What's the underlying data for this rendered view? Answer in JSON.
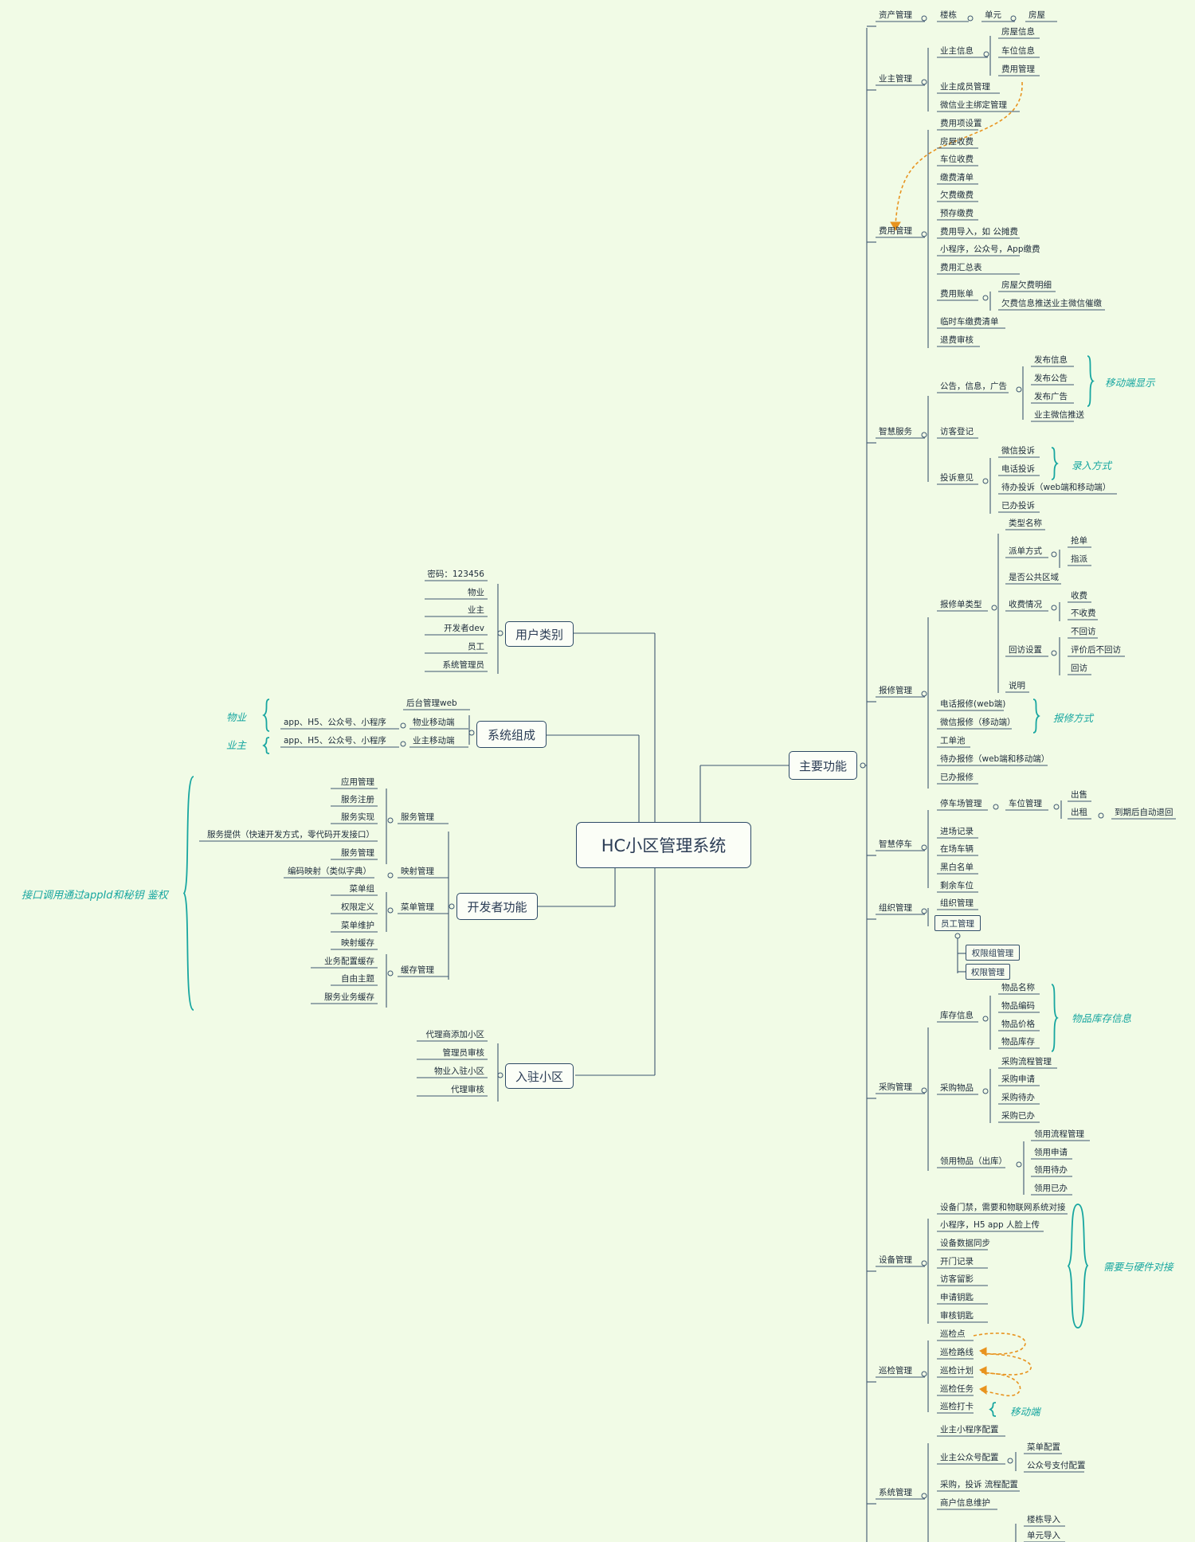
{
  "root": "HC小区管理系统",
  "main_branch": "主要功能",
  "user_types": {
    "title": "用户类别",
    "items": [
      "密码：123456",
      "物业",
      "业主",
      "开发者dev",
      "员工",
      "系统管理员"
    ]
  },
  "system_composition": {
    "title": "系统组成",
    "web": "后台管理web",
    "property_mobile": "物业移动端",
    "owner_mobile": "业主移动端",
    "property_mobile_detail": "app、H5、公众号、小程序",
    "owner_mobile_detail": "app、H5、公众号、小程序",
    "ann_property": "物业",
    "ann_owner": "业主"
  },
  "developer": {
    "title": "开发者功能",
    "service_mgmt": "服务管理",
    "service_items": [
      "应用管理",
      "服务注册",
      "服务实现",
      "服务提供（快速开发方式，零代码开发接口）",
      "服务管理"
    ],
    "mapping_mgmt": "映射管理",
    "mapping_item": "编码映射（类似字典）",
    "menu_mgmt": "菜单管理",
    "menu_items": [
      "菜单组",
      "权限定义",
      "菜单维护"
    ],
    "cache_mgmt": "缓存管理",
    "cache_items": [
      "映射缓存",
      "业务配置缓存",
      "自由主题",
      "服务业务缓存"
    ],
    "ann_auth": "接口调用通过appId和秘钥 鉴权"
  },
  "onboard": {
    "title": "入驻小区",
    "items": [
      "代理商添加小区",
      "管理员审核",
      "物业入驻小区",
      "代理审核"
    ]
  },
  "asset": {
    "title": "资产管理",
    "items": [
      "楼栋",
      "单元",
      "房屋"
    ]
  },
  "owner": {
    "title": "业主管理",
    "owner_info": "业主信息",
    "owner_info_items": [
      "房屋信息",
      "车位信息",
      "费用管理"
    ],
    "members": "业主成员管理",
    "wechat_bind": "微信业主绑定管理"
  },
  "fee": {
    "title": "费用管理",
    "items": [
      "费用项设置",
      "房屋收费",
      "车位收费",
      "缴费清单",
      "欠费缴费",
      "预存缴费",
      "费用导入，如 公摊费",
      "小程序，公众号，App缴费",
      "费用汇总表"
    ],
    "bill": "费用账单",
    "bill_items": [
      "房屋欠费明细",
      "欠费信息推送业主微信催缴"
    ],
    "temp_car": "临时车缴费清单",
    "refund": "退费审核"
  },
  "smart": {
    "title": "智慧服务",
    "notice": "公告，信息，广告",
    "notice_items": [
      "发布信息",
      "发布公告",
      "发布广告",
      "业主微信推送"
    ],
    "ann_mobile_show": "移动端显示",
    "visitor": "访客登记",
    "complaint": "投诉意见",
    "complaint_items": [
      "微信投诉",
      "电话投诉",
      "待办投诉（web端和移动端）",
      "已办投诉"
    ],
    "ann_input": "录入方式"
  },
  "repair": {
    "title": "报修管理",
    "type": "报修单类型",
    "type_name": "类型名称",
    "dispatch": "派单方式",
    "dispatch_items": [
      "抢单",
      "指派"
    ],
    "public_area": "是否公共区域",
    "charge": "收费情况",
    "charge_items": [
      "收费",
      "不收费"
    ],
    "return": "回访设置",
    "return_items": [
      "不回访",
      "评价后不回访",
      "回访"
    ],
    "explain": "说明",
    "phone": "电话报修(web端)",
    "wechat": "微信报修（移动端）",
    "ann_repair": "报修方式",
    "pool": "工单池",
    "todo": "待办报修（web端和移动端）",
    "done": "已办报修"
  },
  "parking": {
    "title": "智慧停车",
    "lot": "停车场管理",
    "space": "车位管理",
    "space_items": [
      "出售",
      "出租"
    ],
    "expire": "到期后自动退回",
    "items": [
      "进场记录",
      "在场车辆",
      "黑白名单",
      "剩余车位"
    ]
  },
  "org": {
    "title": "组织管理",
    "org_mgmt": "组织管理",
    "staff": "员工管理",
    "perm_group": "权限组管理",
    "perm": "权限管理"
  },
  "purchase": {
    "title": "采购管理",
    "stock": "库存信息",
    "stock_items": [
      "物品名称",
      "物品编码",
      "物品价格",
      "物品库存"
    ],
    "ann_stock": "物品库存信息",
    "buy": "采购物品",
    "buy_items": [
      "采购流程管理",
      "采购申请",
      "采购待办",
      "采购已办"
    ],
    "take": "领用物品（出库）",
    "take_items": [
      "领用流程管理",
      "领用申请",
      "领用待办",
      "领用已办"
    ]
  },
  "device": {
    "title": "设备管理",
    "items": [
      "设备门禁，需要和物联网系统对接",
      "小程序，H5 app 人脸上传",
      "设备数据同步",
      "开门记录",
      "访客留影",
      "申请钥匙",
      "审核钥匙"
    ],
    "ann_hw": "需要与硬件对接"
  },
  "patrol": {
    "title": "巡检管理",
    "items": [
      "巡检点",
      "巡检路线",
      "巡检计划",
      "巡检任务",
      "巡检打卡"
    ],
    "ann_mobile": "移动端"
  },
  "sysmgmt": {
    "title": "系统管理",
    "mini": "业主小程序配置",
    "mp": "业主公众号配置",
    "mp_items": [
      "菜单配置",
      "公众号支付配置"
    ],
    "flow": "采购，投诉 流程配置",
    "merchant": "商户信息维护",
    "import_items": [
      "楼栋导入",
      "单元导入"
    ]
  }
}
